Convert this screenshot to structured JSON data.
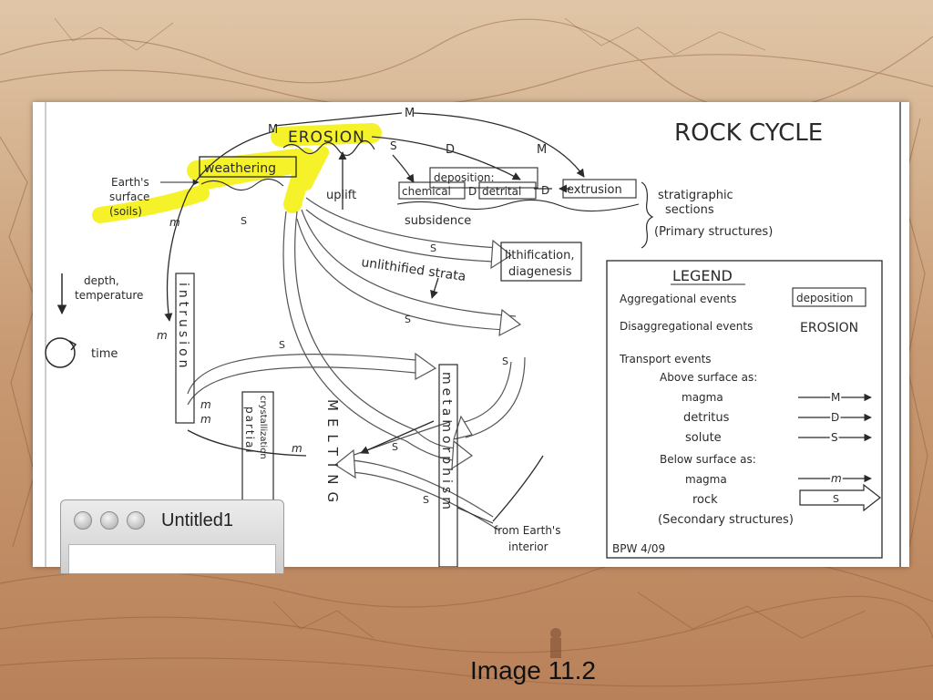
{
  "caption": "Image 11.2",
  "window": {
    "title": "Untitled1"
  },
  "diagram": {
    "title": "ROCK CYCLE",
    "nodes": {
      "erosion": "EROSION",
      "weathering": "weathering",
      "earths_surface": [
        "Earth's",
        "surface",
        "(soils)"
      ],
      "deposition": "deposition:",
      "chemical": "chemical",
      "detrital": "detrital",
      "extrusion": "extrusion",
      "uplift": "uplift",
      "subsidence": "subsidence",
      "unlithified": "unlithified strata",
      "lithification": [
        "lithification,",
        "diagenesis"
      ],
      "stratigraphic": [
        "stratigraphic",
        "sections",
        "(Primary structures)"
      ],
      "depth": [
        "depth,",
        "temperature"
      ],
      "time": "time",
      "intrusion": "intrusion",
      "metamorphism": "metamorphism",
      "melting": "MELTING",
      "partial_crystallization": [
        "partial",
        "crystallization"
      ],
      "from_interior": [
        "from Earth's",
        "interior"
      ],
      "signature": "BPW 4/09"
    },
    "arrow_letters": {
      "M": "M",
      "D": "D",
      "S": "S",
      "m": "m"
    },
    "legend": {
      "title": "LEGEND",
      "aggregational": "Aggregational events",
      "aggregational_example": "deposition",
      "disaggregational": "Disaggregational events",
      "disaggregational_example": "EROSION",
      "transport": "Transport events",
      "above": "Above surface as:",
      "magma": "magma",
      "detritus": "detritus",
      "solute": "solute",
      "below": "Below surface as:",
      "magma_below": "magma",
      "rock": "rock",
      "secondary": "(Secondary structures)"
    }
  },
  "colors": {
    "highlight": "#f5f22a",
    "panel": "#ffffff",
    "ink": "#2a2a2a"
  }
}
